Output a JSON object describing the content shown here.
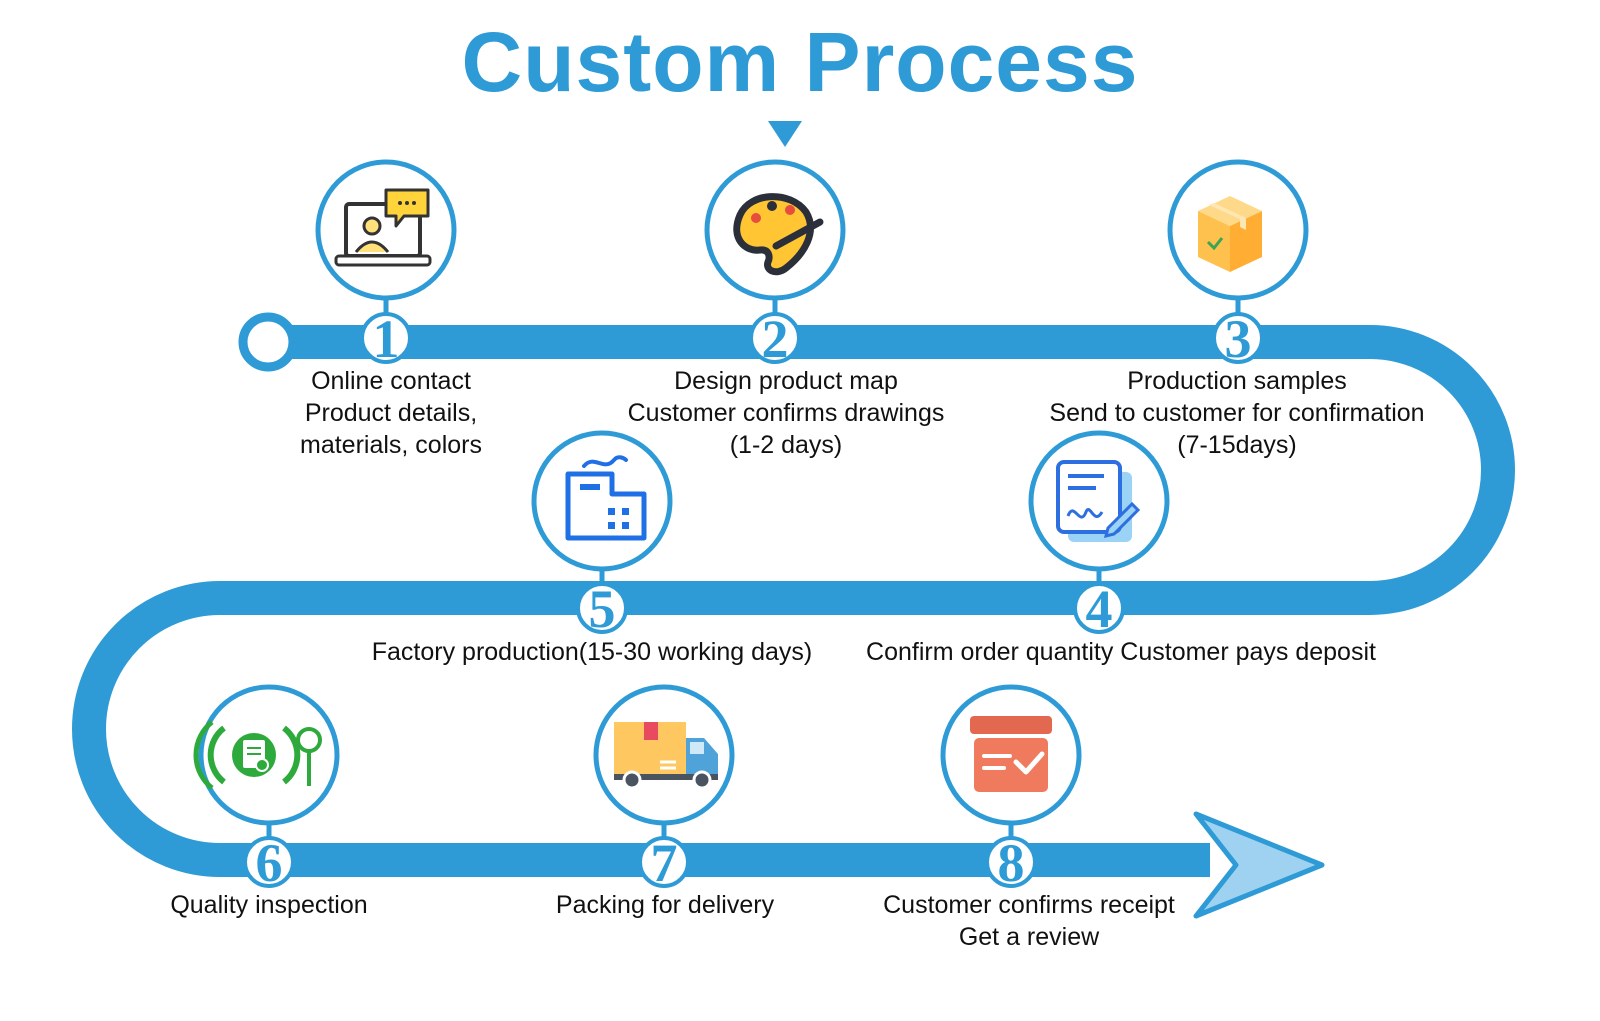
{
  "title": "Custom Process",
  "colors": {
    "accent": "#2e9bd6",
    "arrow_fill": "#9fd2f1",
    "text": "#111111"
  },
  "steps": [
    {
      "number": "1",
      "icon": "video-chat-icon",
      "lines": [
        "Online contact",
        "Product details,",
        "materials, colors"
      ]
    },
    {
      "number": "2",
      "icon": "palette-icon",
      "lines": [
        "Design product map",
        "Customer confirms drawings",
        "(1-2 days)"
      ]
    },
    {
      "number": "3",
      "icon": "package-box-icon",
      "lines": [
        "Production samples",
        "Send to customer for confirmation",
        "(7-15days)"
      ]
    },
    {
      "number": "4",
      "icon": "signed-document-icon",
      "lines": [
        "Confirm order quantity Customer pays deposit"
      ]
    },
    {
      "number": "5",
      "icon": "factory-icon",
      "lines": [
        "Factory production(15-30 working days)"
      ]
    },
    {
      "number": "6",
      "icon": "quality-inspection-icon",
      "lines": [
        "Quality inspection"
      ]
    },
    {
      "number": "7",
      "icon": "delivery-truck-icon",
      "lines": [
        "Packing for delivery"
      ]
    },
    {
      "number": "8",
      "icon": "receipt-confirm-icon",
      "lines": [
        "Customer confirms receipt",
        "Get a review"
      ]
    }
  ]
}
